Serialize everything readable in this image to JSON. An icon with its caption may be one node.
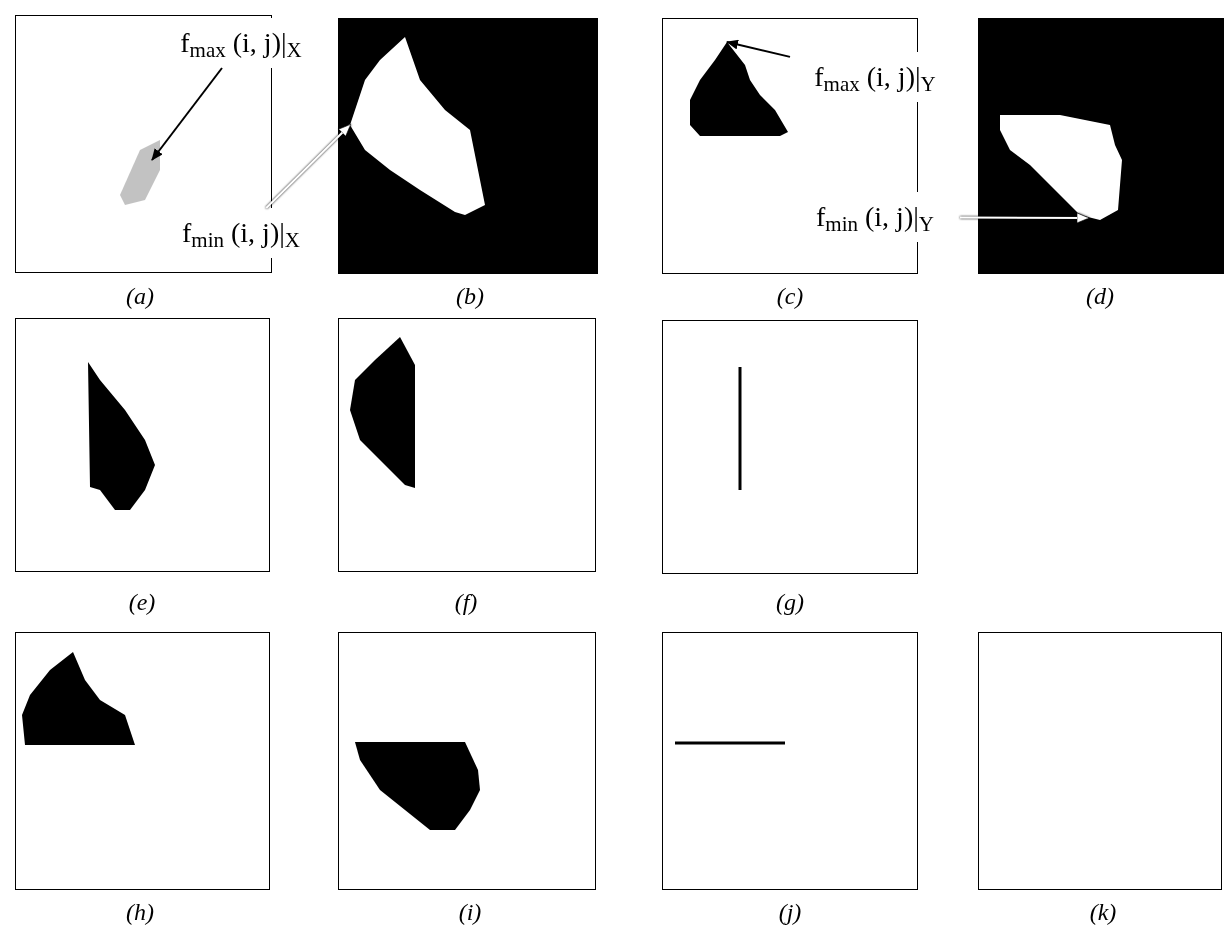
{
  "diagram": {
    "nodes": [
      {
        "text": [
          "f$_{max}$ (i, j)|$_{X}$"
        ]
      },
      {
        "text": [
          "f$_{min}$ (i, j)|$_{X}$"
        ]
      },
      {
        "text": [
          "f$_{max}$ (i, j)|$_{Y}$"
        ]
      },
      {
        "text": [
          "f$_{min}$ (i, j)|$_{Y}$"
        ]
      },
      {
        "text": [],
        "shape": "picture"
      },
      {
        "text": [],
        "shape": "picture"
      },
      {
        "text": [],
        "shape": "picture"
      },
      {
        "text": [],
        "shape": "picture"
      }
    ],
    "edges": [
      {
        "from": 0,
        "to": 4,
        "arrow": "to"
      },
      {
        "from": 1,
        "to": 5,
        "arrow": "to",
        "color": "#ffffff"
      },
      {
        "from": 2,
        "to": 6,
        "arrow": "to"
      },
      {
        "from": 3,
        "to": 7,
        "arrow": "to",
        "color": "#ffffff"
      }
    ],
    "labels": [
      "(a)",
      "(b)",
      "(c)",
      "(d)",
      "(e)",
      "(f)",
      "(g)",
      "(h)",
      "(i)",
      "(j)",
      "(k)"
    ]
  }
}
